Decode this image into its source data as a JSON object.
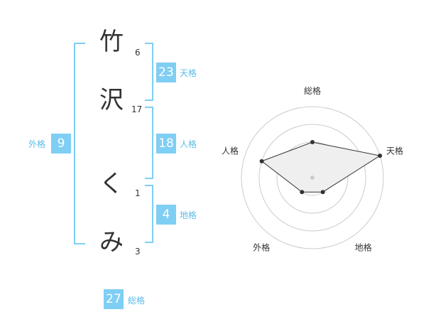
{
  "name": {
    "characters": [
      {
        "char": "竹",
        "strokes": "6"
      },
      {
        "char": "沢",
        "strokes": "17"
      },
      {
        "char": "く",
        "strokes": "1"
      },
      {
        "char": "み",
        "strokes": "3"
      }
    ]
  },
  "kaku": {
    "tenkaku": {
      "value": "23",
      "label": "天格"
    },
    "jinkaku": {
      "value": "18",
      "label": "人格"
    },
    "chikaku": {
      "value": "4",
      "label": "地格"
    },
    "gaikaku": {
      "value": "9",
      "label": "外格"
    },
    "soukaku": {
      "value": "27",
      "label": "総格"
    }
  },
  "chart_data": {
    "type": "radar",
    "axes": [
      "総格",
      "天格",
      "地格",
      "外格",
      "人格"
    ],
    "rings": 4,
    "max": 4,
    "values": [
      2,
      4,
      1,
      1,
      3
    ],
    "colors": {
      "fill": "#efefef",
      "line": "#333333",
      "grid": "#cccccc",
      "point": "#333333",
      "center": "#cccccc"
    }
  }
}
